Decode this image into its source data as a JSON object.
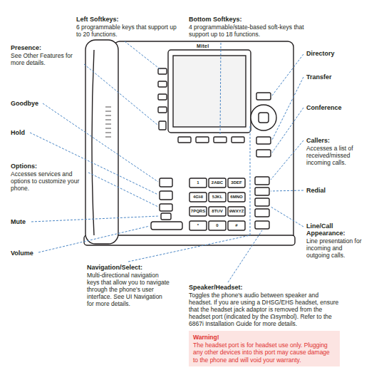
{
  "diagram": {
    "nodes": [
      {
        "text": [
          "Warning!",
          "The headset port is for headset use only. Plugging any other devices into this port may cause damage to the phone and will void your warranty."
        ]
      }
    ],
    "labels": [
      "Left Softkeys:",
      "6 programmable keys that support up to 20 functions.",
      "Bottom Softkeys:",
      "4 programmable/state-based soft-keys that support up to 18 functions.",
      "Presence:",
      "See Other Features for more details.",
      "Directory",
      "Transfer",
      "Goodbye",
      "Conference",
      "Hold",
      "Callers:",
      "Accesses a list of received/missed incoming calls.",
      "Options:",
      "Accesses services and options to customize your phone.",
      "Redial",
      "Mute",
      "Line/Call Appearance:",
      "Line presentation for incoming and outgoing calls.",
      "Volume",
      "Navigation/Select:",
      "Multi-directional navigation keys that allow you to navigate through the phone's user interface. See UI Navigation for more details.",
      "Speaker/Headset:",
      "Toggles the phone's audio between speaker and headset. If you are using a DHSG/EHS headset, ensure that the headset jack adaptor is removed from the headset port (indicated by the ☊symbol). Refer to the 6867i Installation Guide for more details.",
      "Mitel",
      "1",
      "2ABC",
      "3DEF",
      "4GHI",
      "5JKL",
      "6MNO",
      "7PQRS",
      "8TUV",
      "9WXYZ",
      "*",
      "0",
      "#"
    ]
  }
}
